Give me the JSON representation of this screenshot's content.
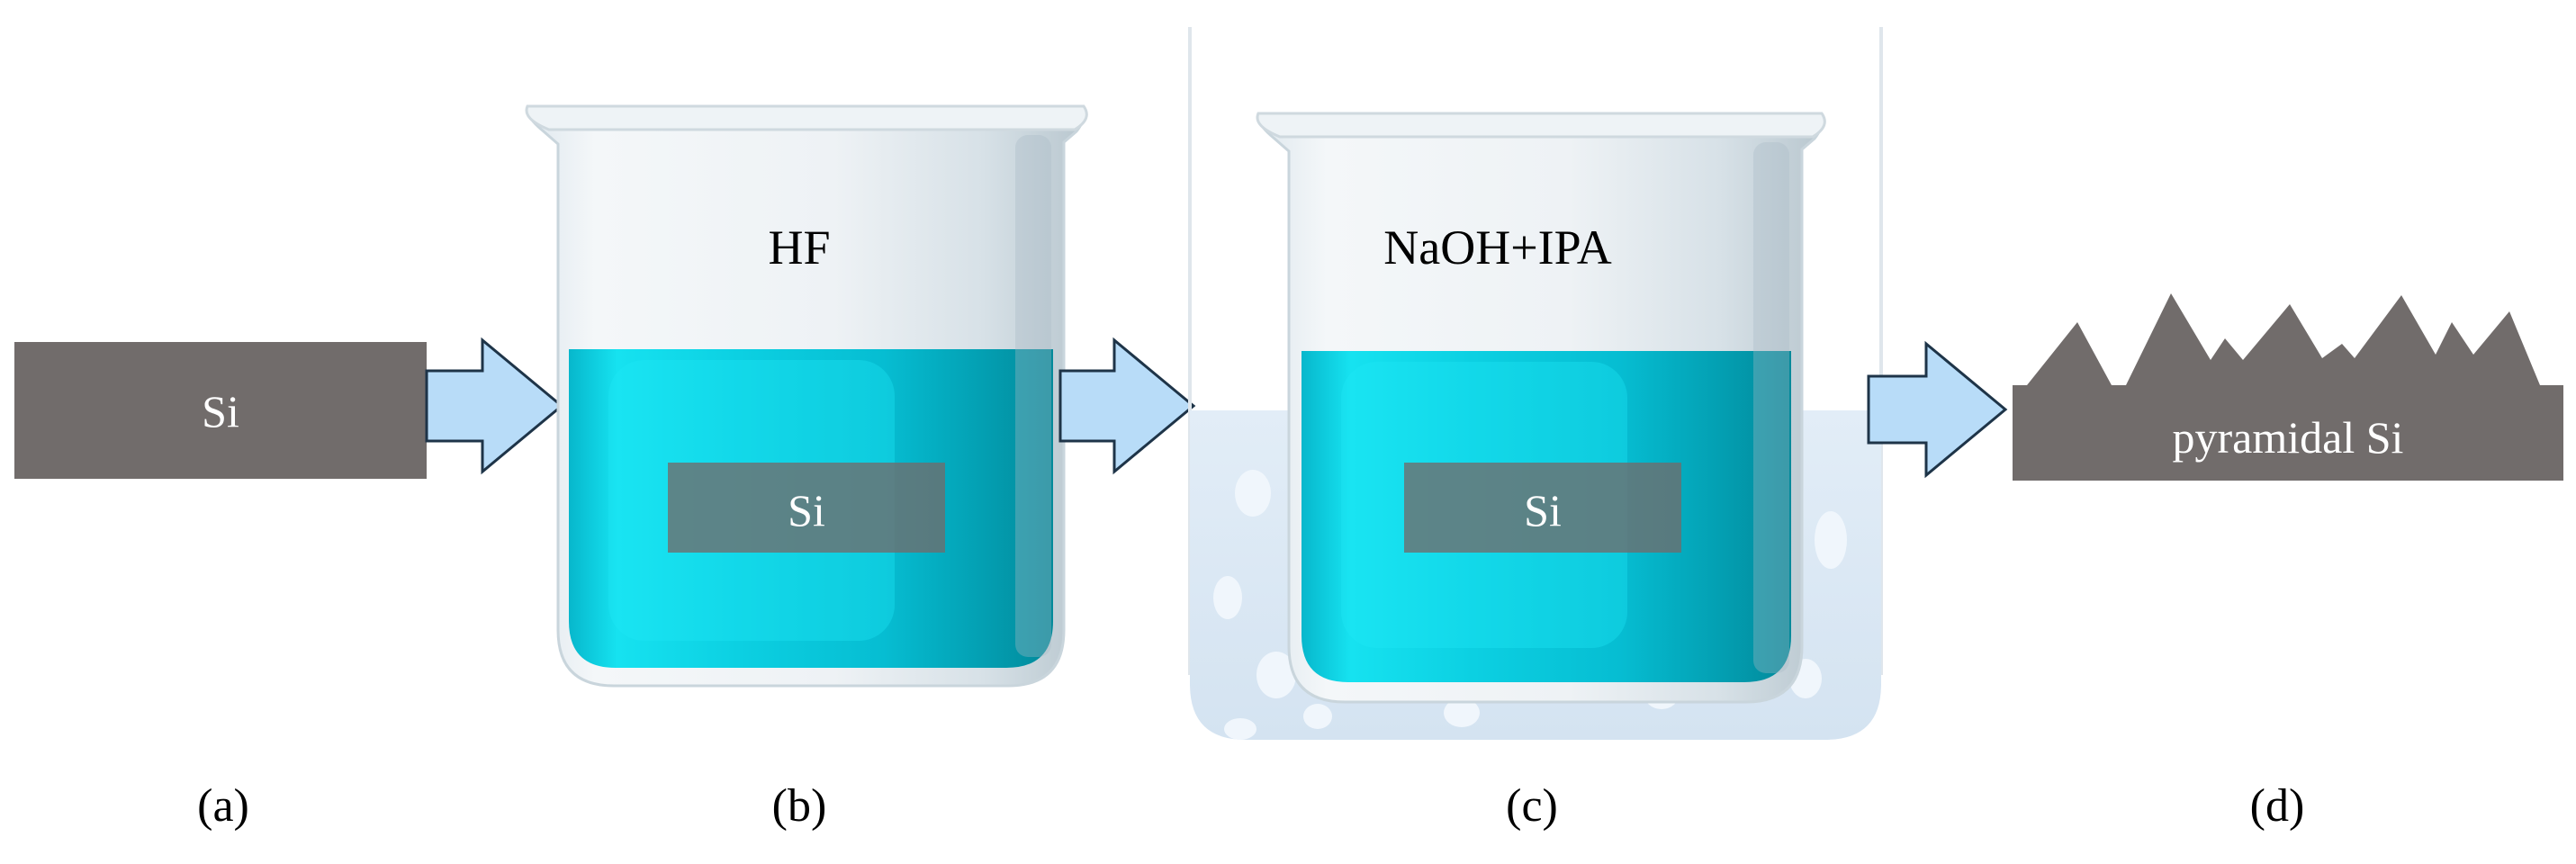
{
  "diagram": {
    "steps": [
      {
        "caption": "(a)",
        "sample_label": "Si"
      },
      {
        "caption": "(b)",
        "solution_label": "HF",
        "sample_label": "Si"
      },
      {
        "caption": "(c)",
        "solution_label": "NaOH+IPA",
        "sample_label": "Si"
      },
      {
        "caption": "(d)",
        "sample_label": "pyramidal Si"
      }
    ]
  },
  "colors": {
    "silicon": "#716c6b",
    "immersed_silicon": "#4f8f94",
    "solution": "#06b8ce",
    "solution_light": "#19e6f2",
    "solution_dark": "#0396a7",
    "glass": "#e6eef2",
    "arrow_fill": "#b8dcf8",
    "arrow_stroke": "#1e3448",
    "bath": "#dde9f5"
  },
  "icons": [
    "beaker-icon",
    "bath-icon",
    "arrow-right-icon"
  ]
}
